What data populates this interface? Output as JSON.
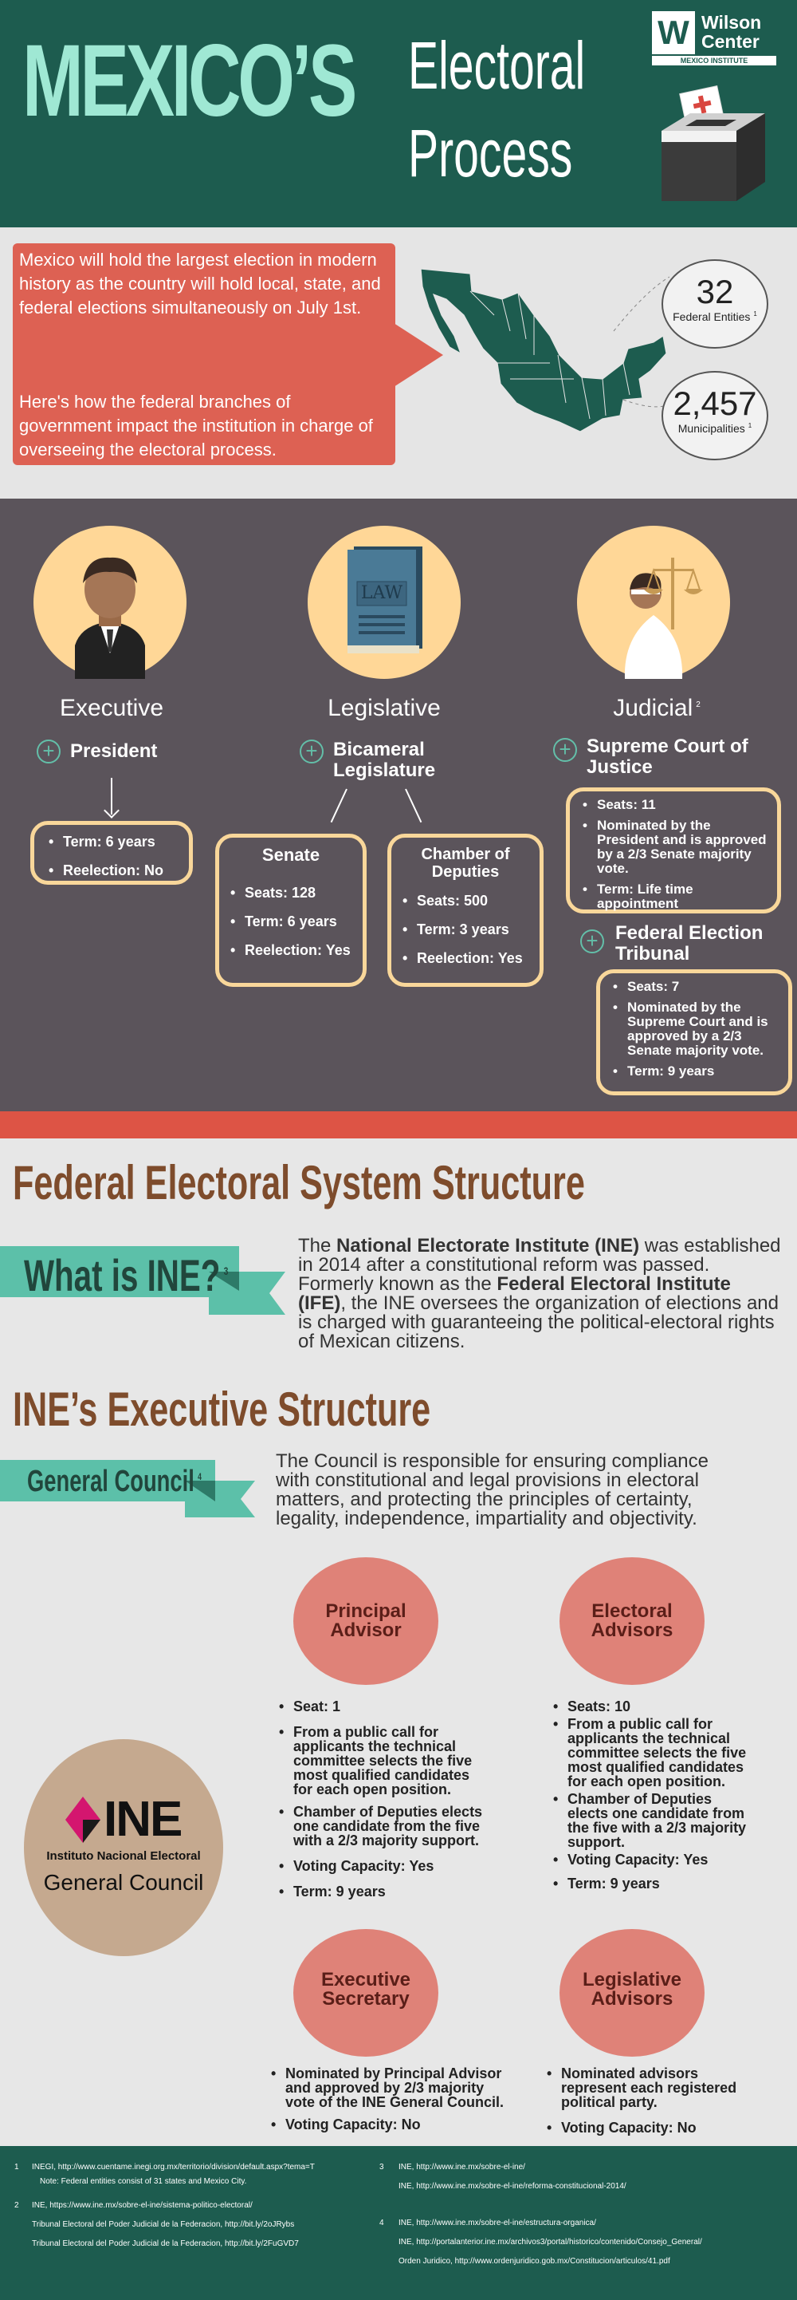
{
  "header": {
    "title_big": "MEXICO’S",
    "title_line1": "Electoral",
    "title_line2": "Process",
    "logo_name_line1": "Wilson",
    "logo_name_line2": "Center",
    "logo_sub": "MEXICO INSTITUTE"
  },
  "intro": {
    "p1": "Mexico will hold the largest election in modern history as the country will hold local, state, and federal elections simultaneously on July 1st.",
    "p2": "Here's how the federal branches of government impact the institution in charge of overseeing the electoral process.",
    "stat1_value": "32",
    "stat1_label": "Federal Entities",
    "stat1_note": "1",
    "stat2_value": "2,457",
    "stat2_label": "Municipalities",
    "stat2_note": "1"
  },
  "branches": {
    "executive": {
      "title": "Executive",
      "sub": "President",
      "items": [
        "Term: 6 years",
        "Reelection: No"
      ]
    },
    "legislative": {
      "title": "Legislative",
      "sub": "Bicameral Legislature",
      "book_label": "LAW",
      "senate": {
        "title": "Senate",
        "items": [
          "Seats: 128",
          "Term: 6 years",
          "Reelection: Yes"
        ]
      },
      "chamber": {
        "title": "Chamber of Deputies",
        "items": [
          "Seats: 500",
          "Term: 3 years",
          "Reelection: Yes"
        ]
      }
    },
    "judicial": {
      "title": "Judicial",
      "note": "2",
      "sub": "Supreme Court of Justice",
      "items": [
        "Seats: 11",
        "Nominated by the President and is approved by a 2/3 Senate majority vote.",
        "Term: Life time appointment"
      ],
      "tribunal_title": "Federal Election Tribunal",
      "tribunal_items": [
        "Seats: 7",
        "Nominated by the Supreme Court and is approved by a 2/3 Senate majority vote.",
        "Term: 9 years"
      ]
    }
  },
  "federal": {
    "title": "Federal Electoral System Structure",
    "ine_ribbon": "What is INE?",
    "ine_note": "3",
    "ine_text_pre": "The ",
    "ine_text_bold1": "National Electorate Institute (INE)",
    "ine_text_mid": " was established in 2014 after a constitutional reform was passed. Formerly known as the ",
    "ine_text_bold2": "Federal Electoral Institute (IFE)",
    "ine_text_post": ", the INE oversees the organization of elections and is charged with guaranteeing the political-electoral rights of Mexican citizens."
  },
  "structure": {
    "title": "INE’s Executive Structure",
    "council_ribbon": "General Council",
    "council_note": "4",
    "council_text": "The Council is responsible for ensuring compliance with constitutional and legal provisions in electoral matters, and protecting the principles of certainty, legality, independence, impartiality and objectivity.",
    "logo_ine": "INE",
    "logo_sub": "Instituto Nacional Electoral",
    "logo_label": "General Council",
    "roles": [
      {
        "title": "Principal Advisor",
        "items": [
          "Seat: 1",
          "From a public call for applicants the technical committee selects the five most qualified candidates for each open position.",
          "Chamber of Deputies elects one candidate from the five with a 2/3 majority support.",
          "Voting Capacity: Yes",
          "Term: 9 years"
        ]
      },
      {
        "title": "Electoral Advisors",
        "items": [
          "Seats: 10",
          "From a public call for applicants the technical committee selects the five most qualified candidates for each open position.",
          "Chamber of Deputies elects one candidate from the five with a 2/3 majority support.",
          "Voting Capacity: Yes",
          "Term: 9 years"
        ]
      },
      {
        "title": "Executive Secretary",
        "items": [
          "Nominated by Principal Advisor and approved by 2/3 majority vote of the INE General Council.",
          "Voting Capacity: No"
        ]
      },
      {
        "title": "Legislative Advisors",
        "items": [
          "Nominated advisors represent each registered political party.",
          "Voting Capacity: No"
        ]
      }
    ]
  },
  "footer": {
    "notes": [
      {
        "num": "1",
        "lines": [
          "INEGI, http://www.cuentame.inegi.org.mx/territorio/division/default.aspx?tema=T",
          "Note: Federal entities consist of 31 states and Mexico City."
        ]
      },
      {
        "num": "2",
        "lines": [
          "INE, https://www.ine.mx/sobre-el-ine/sistema-politico-electoral/",
          "Tribunal Electoral del Poder Judicial de la Federacion, http://bit.ly/2oJRybs",
          "Tribunal Electoral del Poder Judicial de la Federacion, http://bit.ly/2FuGVD7"
        ]
      },
      {
        "num": "3",
        "lines": [
          "INE, http://www.ine.mx/sobre-el-ine/",
          "INE, http://www.ine.mx/sobre-el-ine/reforma-constitucional-2014/"
        ]
      },
      {
        "num": "4",
        "lines": [
          "INE, http://www.ine.mx/sobre-el-ine/estructura-organica/",
          "INE, http://portalanterior.ine.mx/archivos3/portal/historico/contenido/Consejo_General/",
          "Orden Juridico, http://www.ordenjuridico.gob.mx/Constitucion/articulos/41.pdf"
        ]
      }
    ]
  },
  "colors": {
    "header_green": "#1d5c4f",
    "mint": "#9fe8d4",
    "coral": "#dd6153",
    "branch_bg": "#5b545b",
    "card_border": "#f9d79a",
    "title_brown": "#7e4c2c",
    "ribbon": "#5cc0a9",
    "role_circle": "#df8278"
  }
}
